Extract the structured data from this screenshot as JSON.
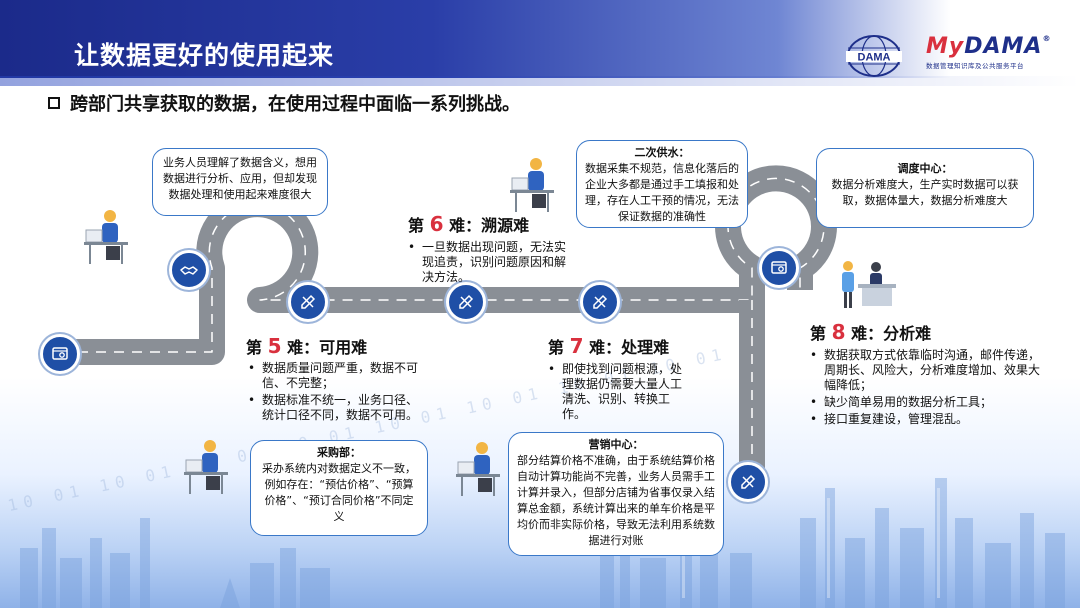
{
  "header": {
    "title": "让数据更好的使用起来",
    "subtitle": "跨部门共享获取的数据，在使用过程中面临一系列挑战。"
  },
  "logos": {
    "dama": "DAMA",
    "mydama_my": "My",
    "mydama_rest": "DAMA",
    "mydama_tagline": "数据管理知识库及公共服务平台"
  },
  "bubbles": {
    "user": "业务人员理解了数据含义，想用数据进行分析、应用，但却发现数据处理和使用起来难度很大",
    "supply_title": "二次供水：",
    "supply_text": "数据采集不规范，信息化落后的企业大多都是通过手工填报和处理，存在人工干预的情况，无法保证数据的准确性",
    "dispatch_title": "调度中心：",
    "dispatch_text": "数据分析难度大，生产实时数据可以获取，数据体量大，数据分析难度大",
    "purchase_title": "采购部：",
    "purchase_text": "采办系统内对数据定义不一致，例如存在：“预估价格”、“预算价格”、“预订合同价格”不同定义",
    "sales_title": "营销中心：",
    "sales_text": "部分结算价格不准确，由于系统结算价格自动计算功能尚不完善，业务人员需手工计算并录入，但部分店铺为省事仅录入结算总金额，系统计算出来的单车价格是平均价而非实际价格，导致无法利用系统数据进行对账"
  },
  "steps": [
    {
      "prefix": "第",
      "num": "5",
      "suffix": "难：可用难",
      "items": [
        "数据质量问题严重，数据不可信、不完整；",
        "数据标准不统一，业务口径、统计口径不同，数据不可用。"
      ]
    },
    {
      "prefix": "第",
      "num": "6",
      "suffix": "难：溯源难",
      "items": [
        "一旦数据出现问题，无法实现追责，识别问题原因和解决方法。"
      ]
    },
    {
      "prefix": "第",
      "num": "7",
      "suffix": "难：处理难",
      "items": [
        "即使找到问题根源，处理数据仍需要大量人工清洗、识别、转换工作。"
      ]
    },
    {
      "prefix": "第",
      "num": "8",
      "suffix": "难：分析难",
      "items": [
        "数据获取方式依靠临时沟通，邮件传递，周期长、风险大，分析难度增加、效果大幅降低；",
        "缺少简单易用的数据分析工具；",
        "接口重复建设，管理混乱。"
      ]
    }
  ],
  "decor": {
    "binary": "10 01 10 01 10 01 10 01 10 01 10 01 10 01 10 01"
  },
  "colors": {
    "header_dark": "#1b2a8a",
    "accent_red": "#d9303e",
    "node_blue": "#1f4fa6",
    "road_gray": "#8a8f96"
  }
}
